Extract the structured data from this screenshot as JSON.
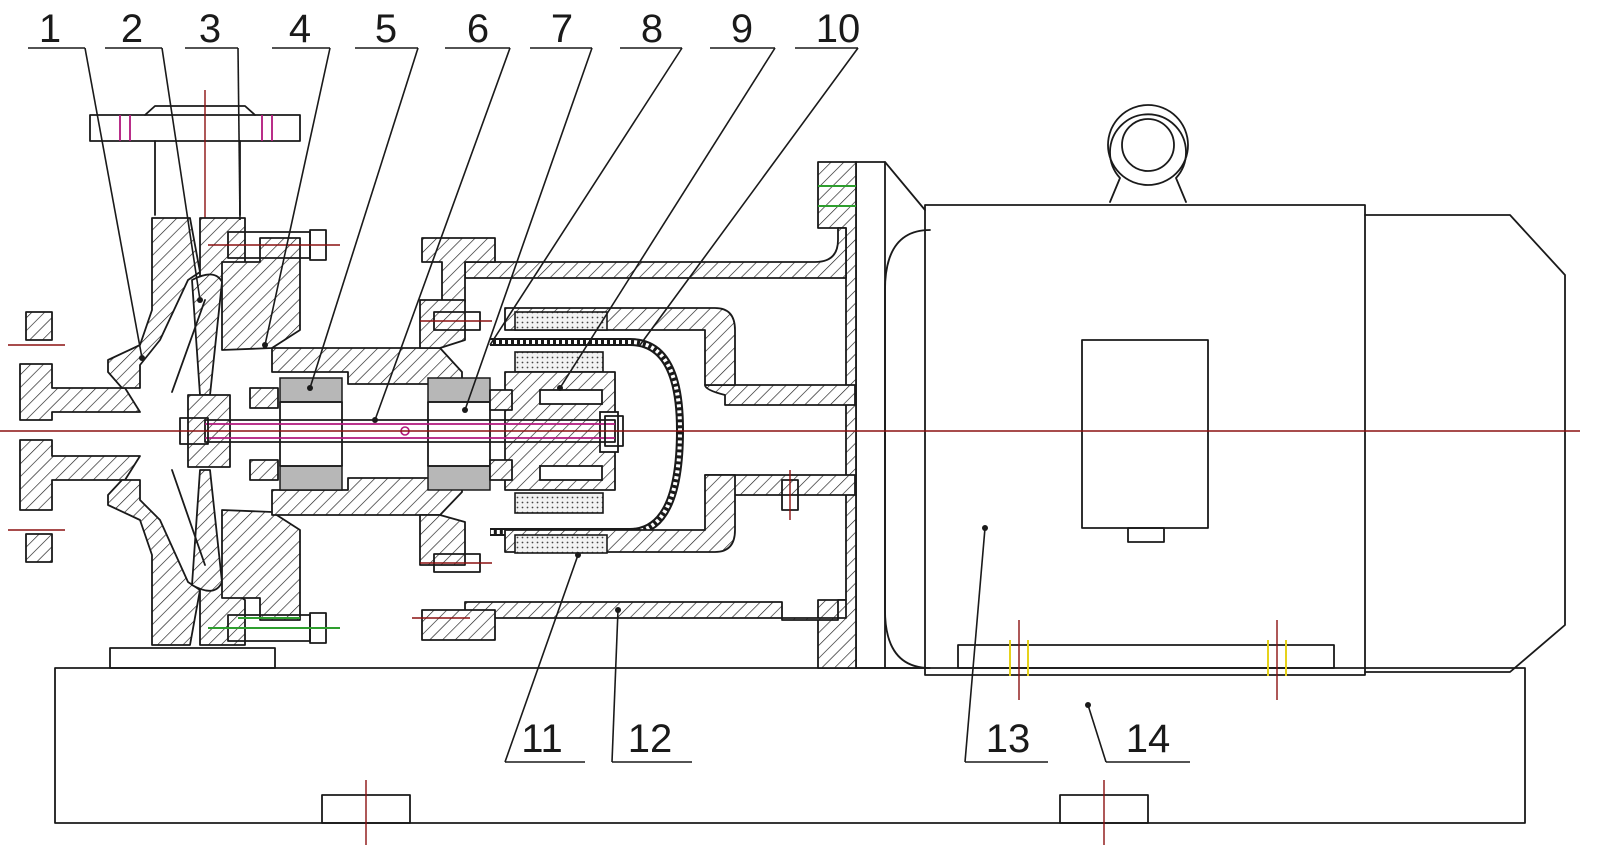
{
  "callouts": [
    {
      "id": "1",
      "text": "1"
    },
    {
      "id": "2",
      "text": "2"
    },
    {
      "id": "3",
      "text": "3"
    },
    {
      "id": "4",
      "text": "4"
    },
    {
      "id": "5",
      "text": "5"
    },
    {
      "id": "6",
      "text": "6"
    },
    {
      "id": "7",
      "text": "7"
    },
    {
      "id": "8",
      "text": "8"
    },
    {
      "id": "9",
      "text": "9"
    },
    {
      "id": "10",
      "text": "10"
    },
    {
      "id": "11",
      "text": "11"
    },
    {
      "id": "12",
      "text": "12"
    },
    {
      "id": "13",
      "text": "13"
    },
    {
      "id": "14",
      "text": "14"
    }
  ],
  "colors": {
    "line": "#1a1a1a",
    "centerline": "#8b1010",
    "shaft": "#b1177c",
    "hatch": "#1a1a1a",
    "bolt_highlight": "#2e9e2e",
    "foot_bolt_mark": "#e6d21a",
    "background": "#ffffff"
  }
}
